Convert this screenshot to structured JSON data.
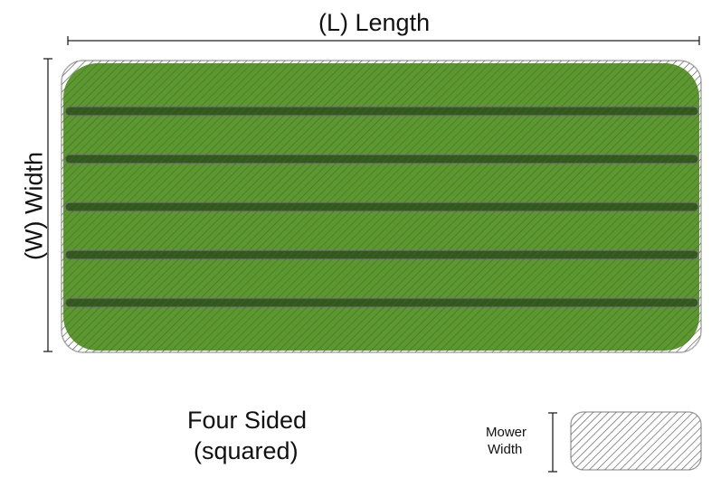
{
  "length_label": "(L) Length",
  "width_label": "(W) Width",
  "caption_line1": "Four Sided",
  "caption_line2": "(squared)",
  "legend": {
    "line1": "Mower",
    "line2": "Width"
  },
  "colors": {
    "grass": "#5a9a2a",
    "hatch": "#333333",
    "outline": "#999999"
  },
  "passes": 6
}
